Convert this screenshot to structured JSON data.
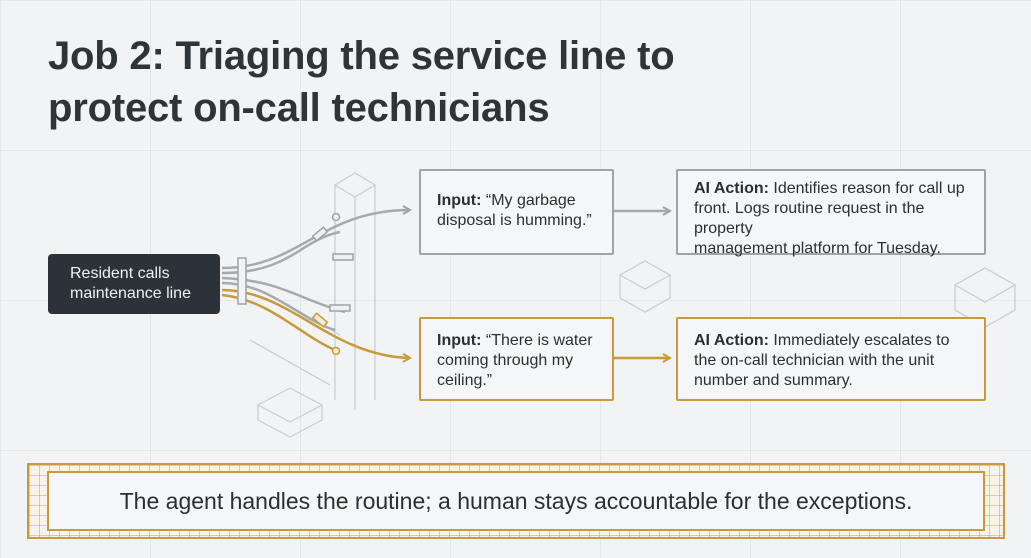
{
  "title": {
    "line1": "Job 2: Triaging the service line to",
    "line2": "protect on-call technicians"
  },
  "source": {
    "label_line1": "Resident calls",
    "label_line2": "maintenance line"
  },
  "routes": [
    {
      "input_label": "Input:",
      "input_text_line1": " “My garbage",
      "input_text_line2": "disposal is humming.”",
      "action_label": "AI Action:",
      "action_text_line1": " Identifies reason for call up",
      "action_text_line2": "front. Logs routine request in the property",
      "action_text_line3": "management platform for Tuesday.",
      "color": "#9da3a8"
    },
    {
      "input_label": "Input:",
      "input_text_line1": " “There is water",
      "input_text_line2": "coming through my",
      "input_text_line3": "ceiling.”",
      "action_label": "AI Action:",
      "action_text_line1": " Immediately escalates to",
      "action_text_line2": "the on-call technician with the unit",
      "action_text_line3": "number and summary.",
      "color": "#c99a3a"
    }
  ],
  "banner": {
    "text": "The agent handles the routine; a human stays accountable for the exceptions."
  }
}
